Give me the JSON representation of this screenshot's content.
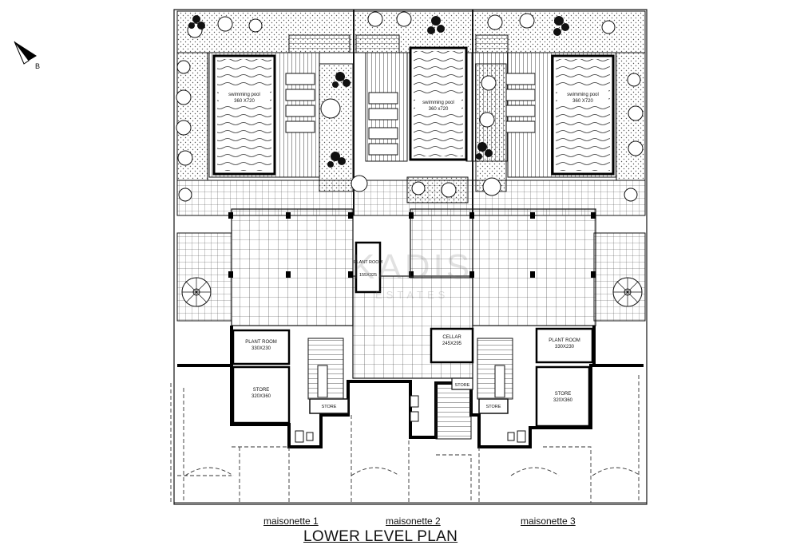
{
  "title": "LOWER LEVEL PLAN",
  "units": [
    {
      "label": "maisonette 1"
    },
    {
      "label": "maisonette 2"
    },
    {
      "label": "maisonette 3"
    }
  ],
  "pools": [
    {
      "name": "swimming pool",
      "size": "360 X720"
    },
    {
      "name": "swimming pool",
      "size": "360 x720"
    },
    {
      "name": "swimming pool",
      "size": "360 X720"
    }
  ],
  "rooms": {
    "plant_room_center": {
      "name": "PLANT ROOM",
      "size": "155X325"
    },
    "plant_room_left": {
      "name": "PLANT ROOM",
      "size": "330X230"
    },
    "plant_room_right": {
      "name": "PLANT ROOM",
      "size": "330X230"
    },
    "cellar": {
      "name": "CELLAR",
      "size": "245X295"
    },
    "store_left": {
      "name": "STORE",
      "size": "320X360"
    },
    "store_right": {
      "name": "STORE",
      "size": "320X360"
    },
    "store_small_left": {
      "name": "STORE"
    },
    "store_small_center": {
      "name": "STORE"
    },
    "store_small_right": {
      "name": "STORE"
    }
  },
  "north_marker": "B",
  "watermark": {
    "main": "KADIS",
    "sub": "ESTATES"
  },
  "colors": {
    "line": "#111111",
    "wall": "#000000",
    "background": "#ffffff"
  }
}
